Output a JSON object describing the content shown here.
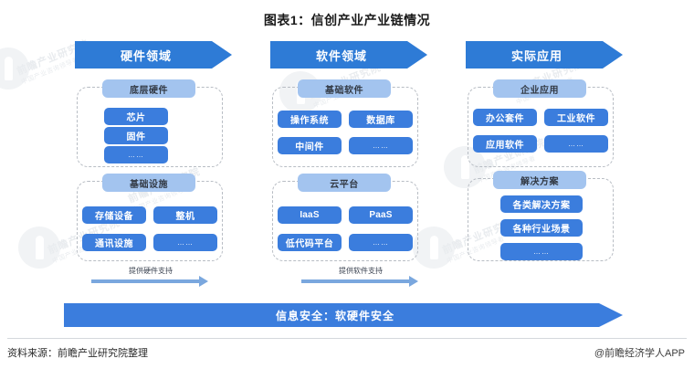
{
  "chart_data": {
    "type": "diagram",
    "title": "图表1：信创产业产业链情况",
    "columns": [
      {
        "header": "硬件领域",
        "groups": [
          {
            "title": "底层硬件",
            "items": [
              "芯片",
              "固件",
              "……"
            ]
          },
          {
            "title": "基础设施",
            "items": [
              "存储设备",
              "整机",
              "通讯设施",
              "……"
            ]
          }
        ]
      },
      {
        "header": "软件领域",
        "groups": [
          {
            "title": "基础软件",
            "items": [
              "操作系统",
              "数据库",
              "中间件",
              "……"
            ]
          },
          {
            "title": "云平台",
            "items": [
              "IaaS",
              "PaaS",
              "低代码平台",
              "……"
            ]
          }
        ]
      },
      {
        "header": "实际应用",
        "groups": [
          {
            "title": "企业应用",
            "items": [
              "办公套件",
              "工业软件",
              "应用软件",
              "……"
            ]
          },
          {
            "title": "解决方案",
            "items": [
              "各类解决方案",
              "各种行业场景",
              "……"
            ]
          }
        ]
      }
    ],
    "connectors": [
      "提供硬件支持",
      "提供软件支持"
    ],
    "foundation_bar": "信息安全：软硬件安全",
    "colors": {
      "header_blue": "#2e7bd6",
      "chip_blue": "#3b7ddd",
      "group_title_blue": "#a3c4ef",
      "arrow_blue": "#7aa7de",
      "dashed_border": "#b8bdc4"
    }
  },
  "title": "图表1：信创产业产业链情况",
  "columns": {
    "hardware": {
      "header": "硬件领域",
      "group1": {
        "title": "底层硬件",
        "items": [
          "芯片",
          "固件",
          "……"
        ]
      },
      "group2": {
        "title": "基础设施",
        "items": [
          "存储设备",
          "整机",
          "通讯设施",
          "……"
        ]
      }
    },
    "software": {
      "header": "软件领域",
      "group1": {
        "title": "基础软件",
        "items": [
          "操作系统",
          "数据库",
          "中间件",
          "……"
        ]
      },
      "group2": {
        "title": "云平台",
        "items": [
          "IaaS",
          "PaaS",
          "低代码平台",
          "……"
        ]
      }
    },
    "application": {
      "header": "实际应用",
      "group1": {
        "title": "企业应用",
        "items": [
          "办公套件",
          "工业软件",
          "应用软件",
          "……"
        ]
      },
      "group2": {
        "title": "解决方案",
        "items": [
          "各类解决方案",
          "各种行业场景",
          "……"
        ]
      }
    }
  },
  "connectors": {
    "hardware_support": "提供硬件支持",
    "software_support": "提供软件支持"
  },
  "security_bar": "信息安全：软硬件安全",
  "footer": {
    "source": "资料来源：前瞻产业研究院整理",
    "attribution": "@前瞻经济学人APP"
  },
  "watermark": {
    "brand": "前瞻产业研究院",
    "sub": "中国产业咨询领导者"
  }
}
